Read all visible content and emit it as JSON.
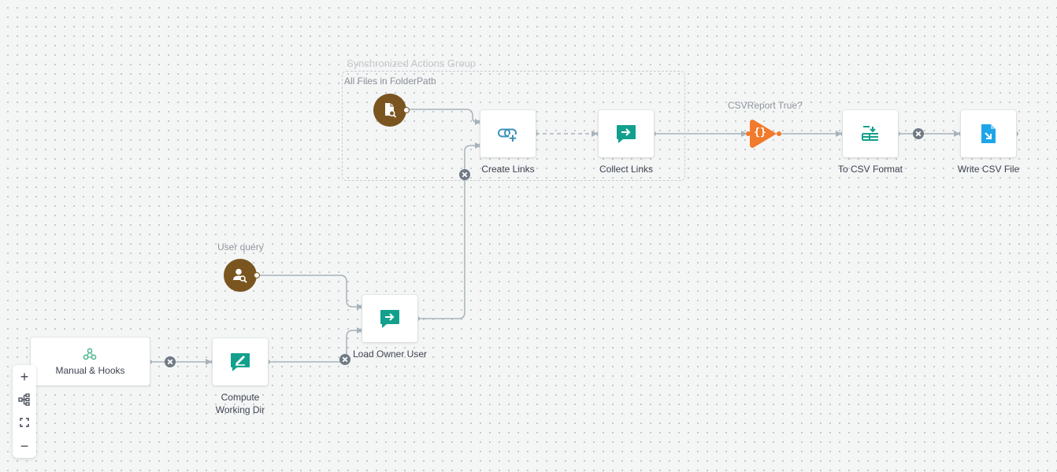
{
  "group": {
    "title": "Synchronized Actions Group",
    "subtitle": "All Files in FolderPath"
  },
  "nodes": {
    "create_links": {
      "label": "Create Links"
    },
    "collect_links": {
      "label": "Collect Links"
    },
    "switch": {
      "caption": "CSVReport True?",
      "symbol": "{}"
    },
    "to_csv": {
      "label": "To CSV Format"
    },
    "write_csv": {
      "label": "Write CSV File"
    },
    "user_query": {
      "caption": "User query"
    },
    "load_owner": {
      "label": "Load Owner User"
    },
    "manual_hooks": {
      "label": "Manual & Hooks"
    },
    "compute_dir": {
      "label": "Compute Working Dir"
    }
  },
  "zoom_controls": {
    "zoom_in": "+",
    "zoom_out": "−"
  },
  "colors": {
    "teal": "#12a08c",
    "blue_link": "#3d93b8",
    "orange": "#f27a2c",
    "brown": "#7a5520",
    "edge": "#a7b3bb",
    "file_blue": "#1ea5e8",
    "trigger_green": "#4cb88c"
  }
}
